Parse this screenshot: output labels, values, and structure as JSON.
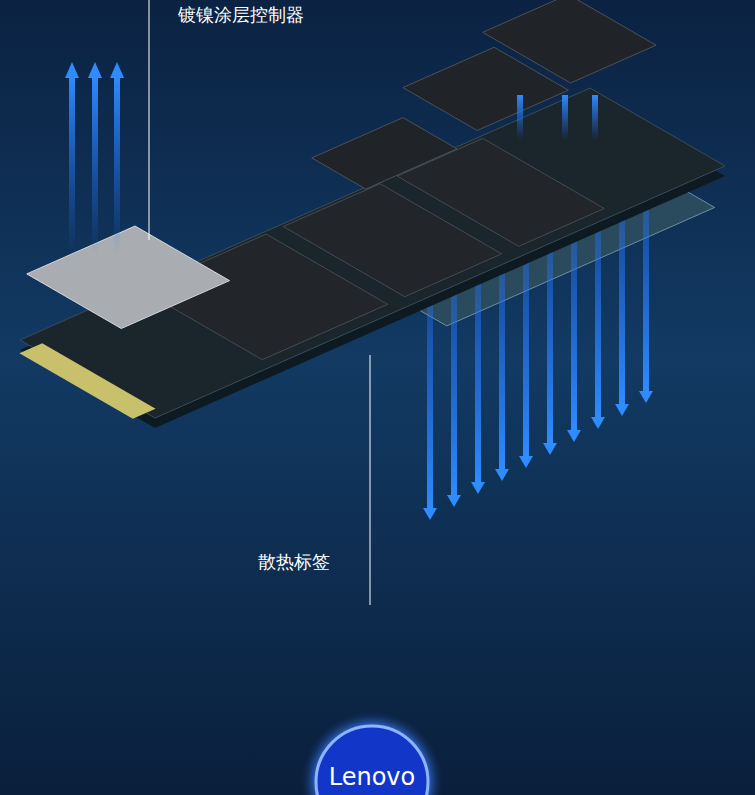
{
  "diagram": {
    "labels": [
      "镀镍涂层控制器",
      "散热标签",
      "Lenovo"
    ]
  }
}
